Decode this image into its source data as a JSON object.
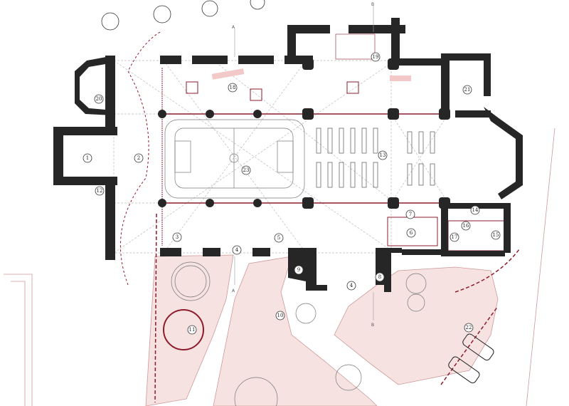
{
  "title": "Church conversion floor plan",
  "labels": [
    {
      "n": "1"
    },
    {
      "n": "2"
    },
    {
      "n": "3"
    },
    {
      "n": "4"
    },
    {
      "n": "4"
    },
    {
      "n": "5"
    },
    {
      "n": "6"
    },
    {
      "n": "7"
    },
    {
      "n": "8"
    },
    {
      "n": "9"
    },
    {
      "n": "10"
    },
    {
      "n": "11"
    },
    {
      "n": "12"
    },
    {
      "n": "13"
    },
    {
      "n": "14"
    },
    {
      "n": "15"
    },
    {
      "n": "16"
    },
    {
      "n": "17"
    },
    {
      "n": "18"
    },
    {
      "n": "19"
    },
    {
      "n": "20"
    },
    {
      "n": "21"
    },
    {
      "n": "22"
    },
    {
      "n": "23"
    }
  ],
  "sections": {
    "a": "A",
    "b": "B"
  },
  "colors": {
    "wall": "#262626",
    "accent": "#8e1b2c",
    "garden": "#f6e3e1"
  },
  "icons": [
    "tree-icon",
    "car-icon",
    "section-marker-icon",
    "column-icon"
  ]
}
